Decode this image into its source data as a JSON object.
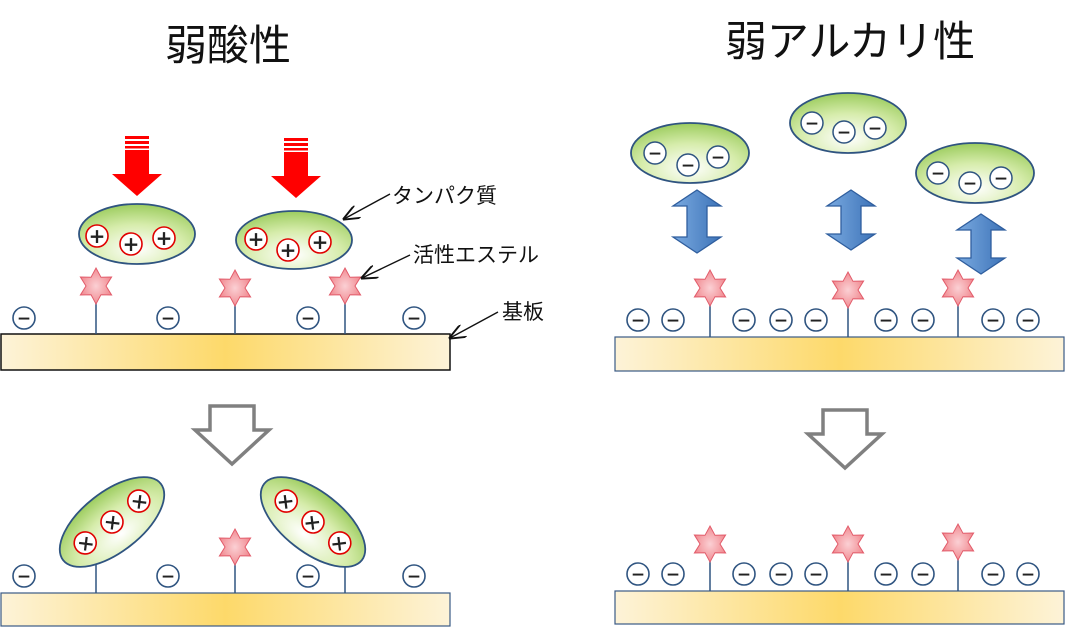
{
  "panels": {
    "left_title": "弱酸性",
    "right_title": "弱アルカリ性"
  },
  "labels": {
    "protein": "タンパク質",
    "ester": "活性エステル",
    "substrate": "基板"
  },
  "symbols": {
    "positive": "+",
    "negative": "−",
    "cross": "×"
  },
  "colors": {
    "protein_fill": "#a6d36a",
    "protein_stroke": "#2f5480",
    "star_fill": "#ef7f86",
    "pink_edge": "#e25b6a",
    "substrate_center": "#fdd96a",
    "substrate_edge": "#fdf0d0",
    "red_arrow": "#ff0000",
    "blue_arrow": "#4e86c8",
    "hollow_arrow": "#808080"
  }
}
